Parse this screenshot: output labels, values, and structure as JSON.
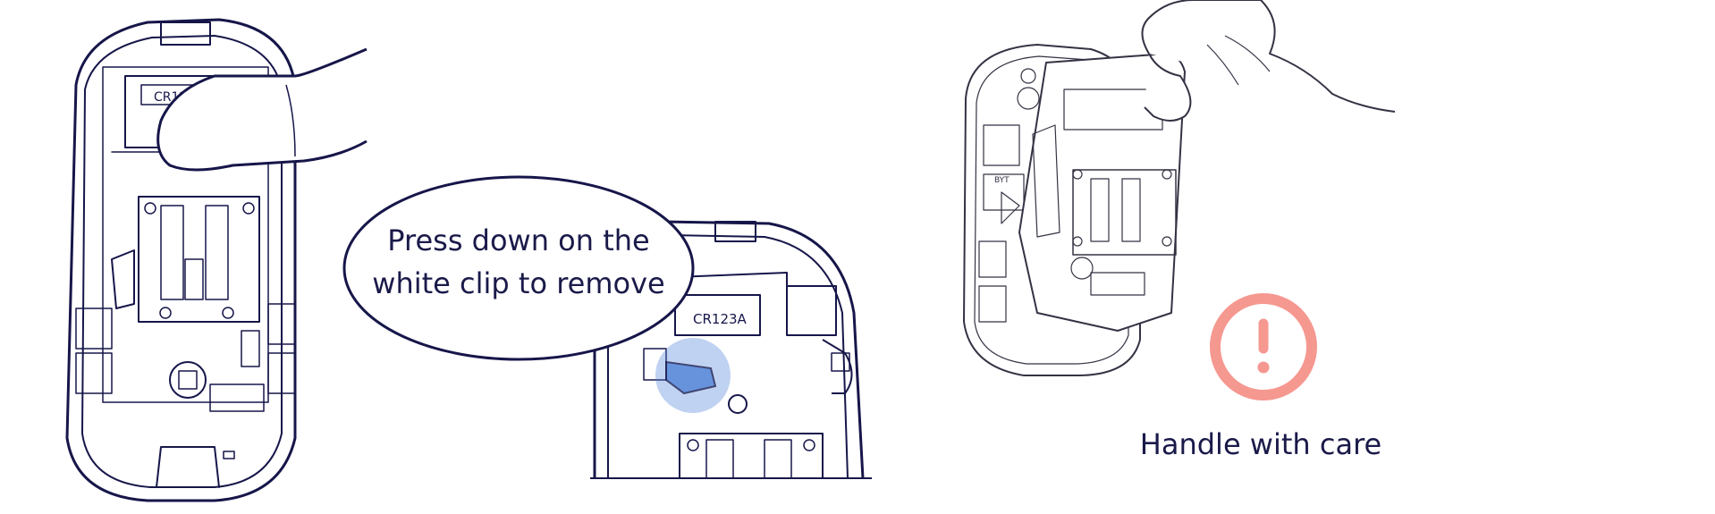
{
  "instruction": {
    "callout_line1": "Press down on the",
    "callout_line2": "white clip to remove"
  },
  "battery": {
    "label_main": "CR123A",
    "label_zoom": "CR123A"
  },
  "device_marking": "BYT",
  "warning": {
    "icon": "exclamation-circle-icon",
    "label": "Handle with care",
    "color": "#f59890"
  },
  "colors": {
    "line": "#16164a",
    "highlight": "#4a7fd6"
  }
}
